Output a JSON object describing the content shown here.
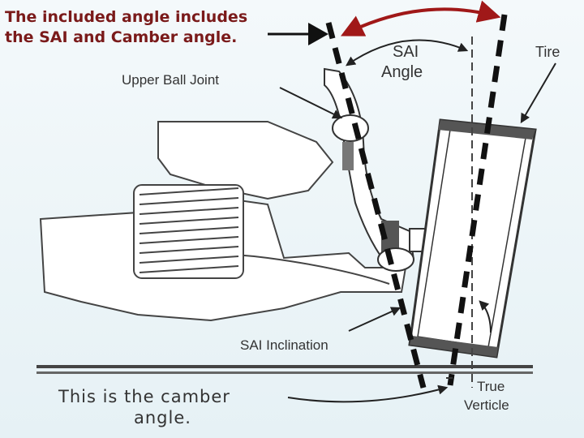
{
  "title": {
    "line1": "The included angle includes",
    "line2": "the SAI and Camber angle."
  },
  "labels": {
    "sai_angle_1": "SAI",
    "sai_angle_2": "Angle",
    "tire": "Tire",
    "upper_ball_joint": "Upper Ball Joint",
    "sai_inclination": "SAI Inclination",
    "true_vertical_1": "True",
    "true_vertical_2": "Verticle",
    "camber_1": "This is the camber",
    "camber_2": "angle."
  },
  "colors": {
    "accent_red": "#a01818",
    "ink": "#222222",
    "background": "#eef5f8"
  }
}
